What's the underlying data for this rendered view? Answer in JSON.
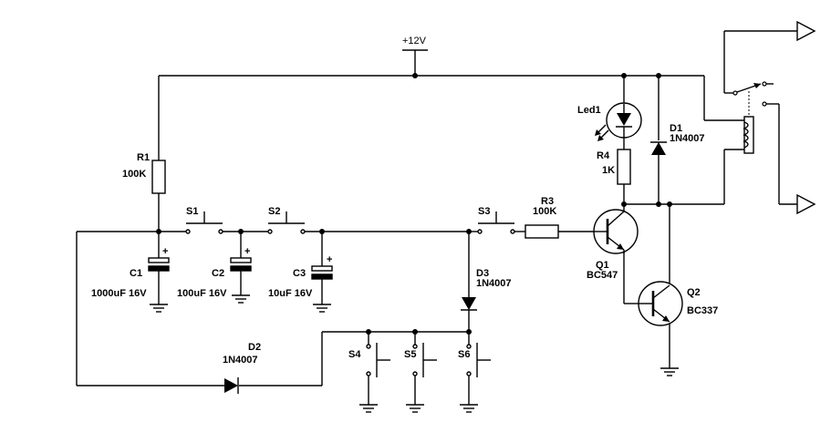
{
  "supply": "+12V",
  "resistors": {
    "r1": {
      "ref": "R1",
      "value": "100K"
    },
    "r3": {
      "ref": "R3",
      "value": "100K"
    },
    "r4": {
      "ref": "R4",
      "value": "1K"
    }
  },
  "capacitors": {
    "c1": {
      "ref": "C1",
      "value": "1000uF 16V"
    },
    "c2": {
      "ref": "C2",
      "value": "100uF 16V"
    },
    "c3": {
      "ref": "C3",
      "value": "10uF 16V"
    }
  },
  "polarity": "+",
  "switches": [
    "S1",
    "S2",
    "S3",
    "S4",
    "S5",
    "S6"
  ],
  "diodes": {
    "d1": {
      "ref": "D1",
      "value": "1N4007"
    },
    "d2": {
      "ref": "D2",
      "value": "1N4007"
    },
    "d3": {
      "ref": "D3",
      "value": "1N4007"
    }
  },
  "led": "Led1",
  "transistors": {
    "q1": {
      "ref": "Q1",
      "value": "BC547"
    },
    "q2": {
      "ref": "Q2",
      "value": "BC337"
    }
  }
}
